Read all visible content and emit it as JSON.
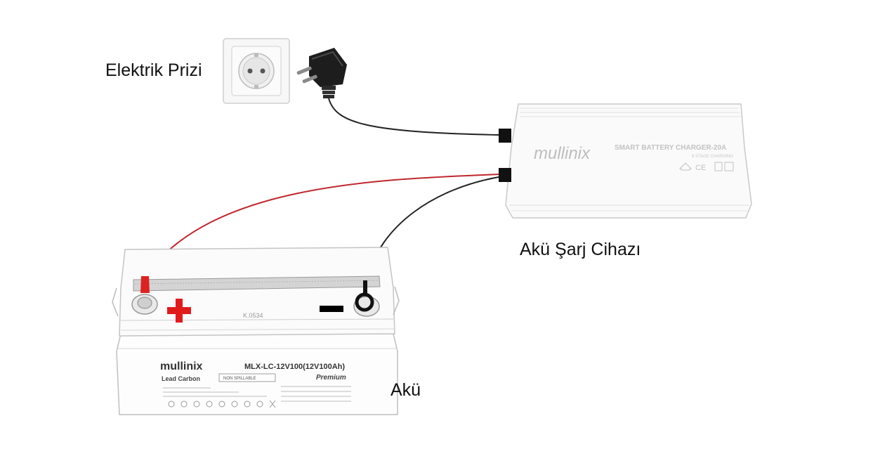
{
  "labels": {
    "socket": "Elektrik Prizi",
    "charger": "Akü Şarj Cihazı",
    "battery": "Akü"
  },
  "charger": {
    "brand": "mullinix",
    "model": "SMART BATTERY CHARGER-20A",
    "subtitle": "8 STAGE CHARGING",
    "marks": "CE"
  },
  "battery": {
    "brand": "mullinix",
    "model": "MLX-LC-12V100(12V100Ah)",
    "type": "Lead Carbon",
    "spillable": "NON SPILLABLE",
    "series": "Premium",
    "lid_code": "K.0534"
  },
  "colors": {
    "positive_wire": "#c0272d",
    "negative_wire": "#222222",
    "positive_sign": "#e11b1b",
    "negative_sign": "#000000"
  }
}
